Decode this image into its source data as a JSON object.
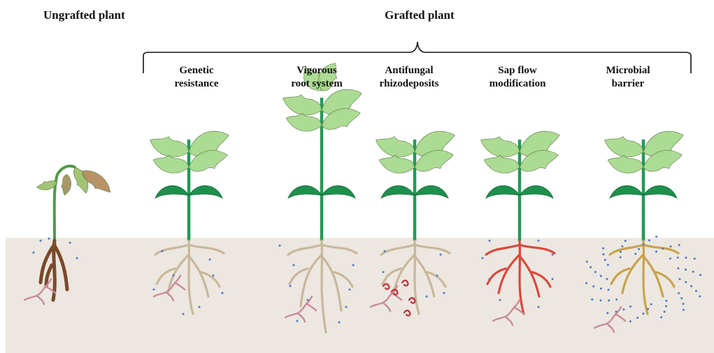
{
  "titles": {
    "ungrafted": "Ungrafted plant",
    "grafted": "Grafted plant"
  },
  "panels": [
    {
      "line1": "Genetic",
      "line2": "resistance"
    },
    {
      "line1": "Vigorous",
      "line2": "root system"
    },
    {
      "line1": "Antifungal",
      "line2": "rhizodeposits"
    },
    {
      "line1": "Sap flow",
      "line2": "modification"
    },
    {
      "line1": "Microbial",
      "line2": "barrier"
    }
  ],
  "colors": {
    "soil": "#ece7e0",
    "leaf_light": "#a6d98a",
    "leaf_dark": "#1f8f4e",
    "stem": "#239a57",
    "root": "#c9b79a",
    "root_diseased": "#7a4a2a",
    "root_sap": "#d9483b",
    "pathogen": "#c98a9a",
    "spores": "#4a78c8",
    "rhizodeposit": "#c0393e",
    "wilted_leaf": "#9cbf6a"
  }
}
